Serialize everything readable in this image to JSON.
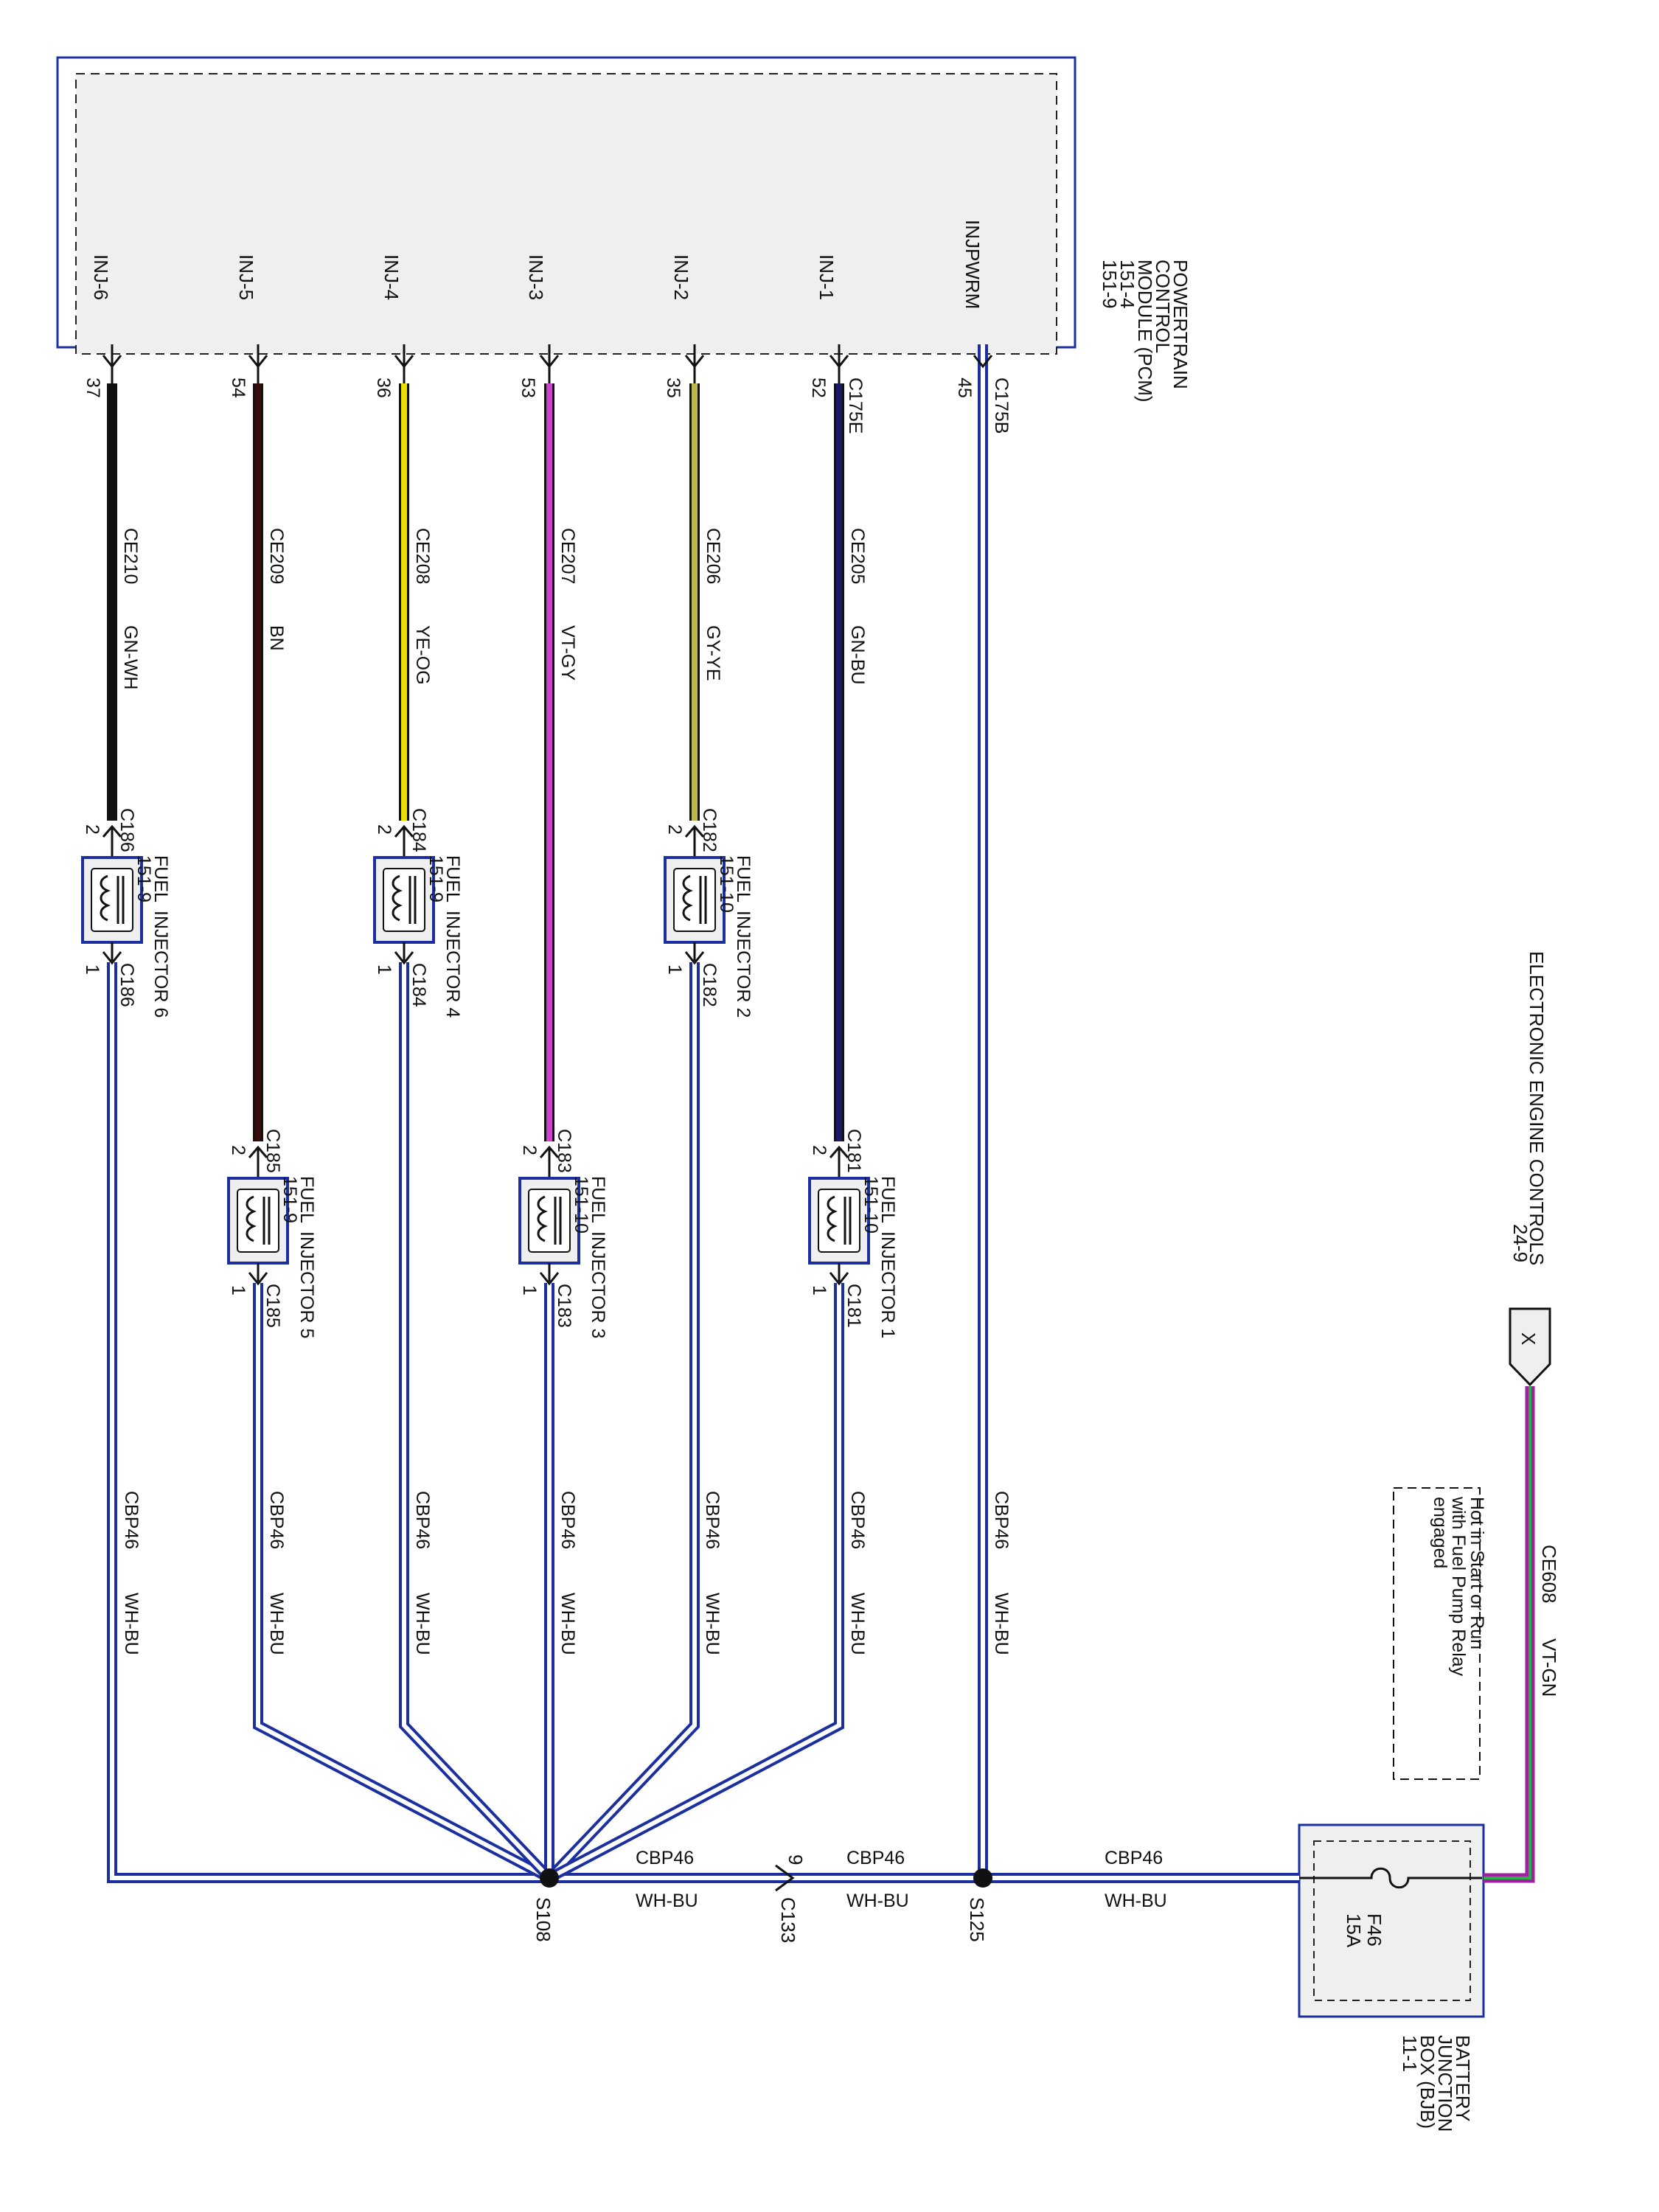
{
  "pcm": {
    "name_lines": [
      "POWERTRAIN",
      "CONTROL",
      "MODULE (PCM)",
      "151-4",
      "151-9"
    ],
    "pins": [
      {
        "signal": "INJPWRM",
        "pin": "45",
        "connector": "C175B"
      },
      {
        "signal": "INJ-1",
        "pin": "52",
        "connector": "C175E"
      },
      {
        "signal": "INJ-2",
        "pin": "35",
        "connector": ""
      },
      {
        "signal": "INJ-3",
        "pin": "53",
        "connector": ""
      },
      {
        "signal": "INJ-4",
        "pin": "36",
        "connector": ""
      },
      {
        "signal": "INJ-5",
        "pin": "54",
        "connector": ""
      },
      {
        "signal": "INJ-6",
        "pin": "37",
        "connector": ""
      }
    ]
  },
  "signal_wires": [
    {
      "circuit": "CE205",
      "color_code": "GN-BU",
      "color": "#1a1a66"
    },
    {
      "circuit": "CE206",
      "color_code": "GY-YE",
      "color": "#bdb84a"
    },
    {
      "circuit": "CE207",
      "color_code": "VT-GY",
      "color": "#cc44cc"
    },
    {
      "circuit": "CE208",
      "color_code": "YE-OG",
      "color": "#e8e000"
    },
    {
      "circuit": "CE209",
      "color_code": "BN",
      "color": "#3a0a0a"
    },
    {
      "circuit": "CE210",
      "color_code": "GN-WH",
      "color": "#111111"
    }
  ],
  "injectors": [
    {
      "name": "FUEL INJECTOR 1",
      "name_a": "FUEL",
      "name_b": "INJECTOR 1",
      "ref": "151-10",
      "connector": "C181",
      "pin_top": "2",
      "pin_bottom": "1"
    },
    {
      "name": "FUEL INJECTOR 2",
      "name_a": "FUEL",
      "name_b": "INJECTOR 2",
      "ref": "151-10",
      "connector": "C182",
      "pin_top": "2",
      "pin_bottom": "1"
    },
    {
      "name": "FUEL INJECTOR 3",
      "name_a": "FUEL",
      "name_b": "INJECTOR 3",
      "ref": "151-10",
      "connector": "C183",
      "pin_top": "2",
      "pin_bottom": "1"
    },
    {
      "name": "FUEL INJECTOR 4",
      "name_a": "FUEL",
      "name_b": "INJECTOR 4",
      "ref": "151-9",
      "connector": "C184",
      "pin_top": "2",
      "pin_bottom": "1"
    },
    {
      "name": "FUEL INJECTOR 5",
      "name_a": "FUEL",
      "name_b": "INJECTOR 5",
      "ref": "151-9",
      "connector": "C185",
      "pin_top": "2",
      "pin_bottom": "1"
    },
    {
      "name": "FUEL INJECTOR 6",
      "name_a": "FUEL",
      "name_b": "INJECTOR 6",
      "ref": "151-9",
      "connector": "C186",
      "pin_top": "2",
      "pin_bottom": "1"
    }
  ],
  "power_wire": {
    "circuit": "CBP46",
    "color_code": "WH-BU",
    "color_a": "#2a3fd0",
    "color_b": "#ffffff"
  },
  "splices": {
    "s108": "S108",
    "s125": "S125"
  },
  "inline_connector": {
    "name": "C133",
    "pin": "9"
  },
  "bjb": {
    "name_lines": [
      "BATTERY",
      "JUNCTION",
      "BOX (BJB)",
      "11-1"
    ],
    "fuse": "F46",
    "rating": "15A"
  },
  "eec": {
    "title": "ELECTRONIC ENGINE CONTROLS",
    "ref": "24-9",
    "symbol": "X"
  },
  "feed_wire": {
    "circuit": "CE608",
    "color_code": "VT-GN",
    "color": "#a020a0"
  },
  "note": {
    "lines": [
      "Hot in Start or Run",
      "with Fuel Pump Relay",
      "engaged"
    ]
  }
}
